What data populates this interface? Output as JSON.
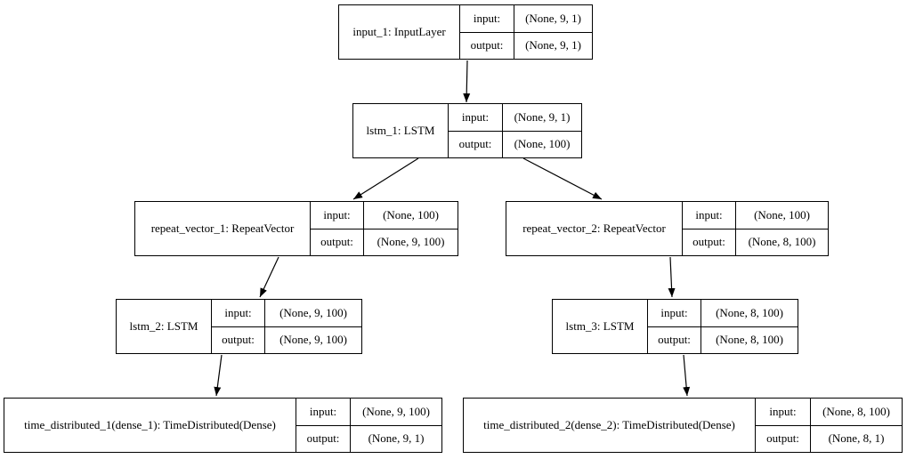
{
  "diagram": {
    "type": "keras-model-graph",
    "background_color": "#ffffff",
    "line_color": "#000000"
  },
  "labels": {
    "input": "input:",
    "output": "output:"
  },
  "nodes": [
    {
      "id": "input_1",
      "label": "input_1: InputLayer",
      "input_shape": "(None, 9, 1)",
      "output_shape": "(None, 9, 1)"
    },
    {
      "id": "lstm_1",
      "label": "lstm_1: LSTM",
      "input_shape": "(None, 9, 1)",
      "output_shape": "(None, 100)"
    },
    {
      "id": "repeat_vector_1",
      "label": "repeat_vector_1: RepeatVector",
      "input_shape": "(None, 100)",
      "output_shape": "(None, 9, 100)"
    },
    {
      "id": "repeat_vector_2",
      "label": "repeat_vector_2: RepeatVector",
      "input_shape": "(None, 100)",
      "output_shape": "(None, 8, 100)"
    },
    {
      "id": "lstm_2",
      "label": "lstm_2: LSTM",
      "input_shape": "(None, 9, 100)",
      "output_shape": "(None, 9, 100)"
    },
    {
      "id": "lstm_3",
      "label": "lstm_3: LSTM",
      "input_shape": "(None, 8, 100)",
      "output_shape": "(None, 8, 100)"
    },
    {
      "id": "time_distributed_1",
      "label": "time_distributed_1(dense_1): TimeDistributed(Dense)",
      "input_shape": "(None, 9, 100)",
      "output_shape": "(None, 9, 1)"
    },
    {
      "id": "time_distributed_2",
      "label": "time_distributed_2(dense_2): TimeDistributed(Dense)",
      "input_shape": "(None, 8, 100)",
      "output_shape": "(None, 8, 1)"
    }
  ],
  "edges": [
    {
      "from": "input_1",
      "to": "lstm_1"
    },
    {
      "from": "lstm_1",
      "to": "repeat_vector_1"
    },
    {
      "from": "lstm_1",
      "to": "repeat_vector_2"
    },
    {
      "from": "repeat_vector_1",
      "to": "lstm_2"
    },
    {
      "from": "repeat_vector_2",
      "to": "lstm_3"
    },
    {
      "from": "lstm_2",
      "to": "time_distributed_1"
    },
    {
      "from": "lstm_3",
      "to": "time_distributed_2"
    }
  ]
}
